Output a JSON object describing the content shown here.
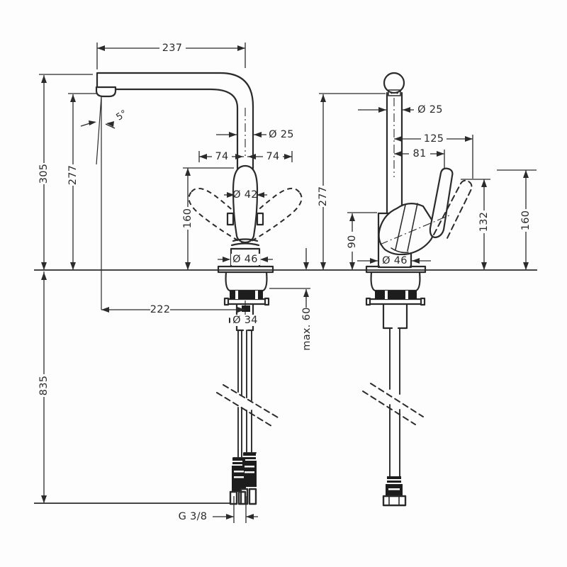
{
  "canvas": {
    "background": "#fdfdfd",
    "ink": "#2b2b2b"
  },
  "front_view": {
    "spout_reach": "237",
    "spout_angle": "5°",
    "total_height": "305",
    "outlet_height": "277",
    "spout_diameter": "Ø 25",
    "swing_left": "74",
    "swing_right": "74",
    "handle_diameter": "Ø 42",
    "handle_height": "160",
    "body_diameter": "Ø 46",
    "outlet_offset": "222",
    "shank_diameter": "Ø 34",
    "max_deck_thickness": "max. 60",
    "hose_length": "835",
    "thread_size": "G 3/8"
  },
  "side_view": {
    "spout_diameter": "Ø 25",
    "handle_reach": "125",
    "lever_reach": "81",
    "outlet_height": "277",
    "body_height": "90",
    "body_diameter": "Ø 46",
    "lever_raised_height": "132",
    "handle_height": "160"
  }
}
